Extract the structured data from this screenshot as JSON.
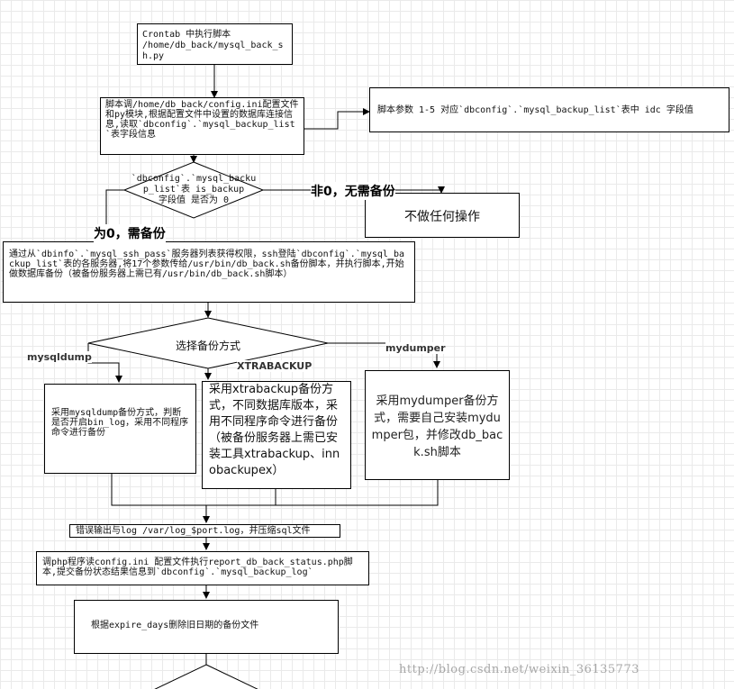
{
  "nodes": {
    "start": "Crontab 中执行脚本\n/home/db_back/mysql_back_sh.py",
    "read_config": "脚本调/home/db_back/config.ini配置文件和py模块,根据配置文件中设置的数据库连接信息,读取`dbconfig`.`mysql_backup_list`表字段信息",
    "params_note": "脚本参数 1-5 对应`dbconfig`.`mysql_backup_list`表中 idc 字段值",
    "decision_backup": "`dbconfig`.`mysql_backu\np_list`表 is_backup\n字段值 是否为 0",
    "no_action": "不做任何操作",
    "ssh_run": "通过从`dbinfo`.`mysql_ssh_pass`服务器列表获得权限，ssh登陆`dbconfig`.`mysql_backup_list`表的各服务器,将17个参数传给/usr/bin/db_back.sh备份脚本，并执行脚本,开始做数据库备份（被备份服务器上需已有/usr/bin/db_back.sh脚本）",
    "choose_method": "选择备份方式",
    "mysqldump_box": "采用mysqldump备份方式，判断是否开启bin_log，采用不同程序命令进行备份",
    "xtrabackup_box": "采用xtrabackup备份方式，不同数据库版本，采用不同程序命令进行备份（被备份服务器上需已安装工具xtrabackup、innobackupex）",
    "mydumper_box": "采用mydumper备份方式，需要自己安装mydumper包，并修改db_back.sh脚本",
    "log_output": "错误输出与log /var/log_$port.log，并压缩sql文件",
    "report_php": "调php程序读config.ini 配置文件执行report_db_back_status.php脚本,提交备份状态结果信息到`dbconfig`.`mysql_backup_log`",
    "delete_old": "根据expire_days删除旧日期的备份文件"
  },
  "edge_labels": {
    "not_zero": "非0，无需备份",
    "is_zero": "为0，需备份",
    "mysqldump": "mysqldump",
    "xtrabackup": "XTRABACKUP",
    "mydumper": "mydumper"
  },
  "watermark": "http://blog.csdn.net/weixin_36135773"
}
